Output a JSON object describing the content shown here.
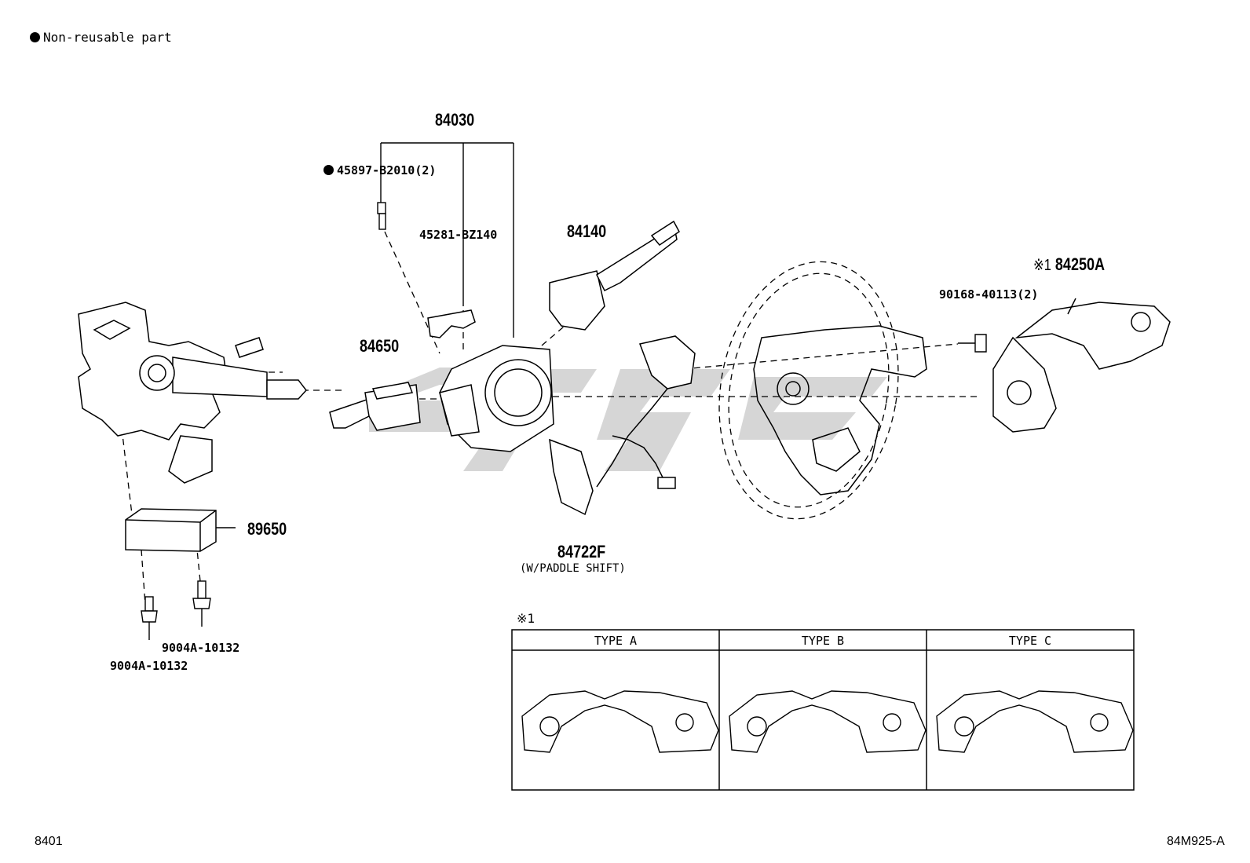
{
  "legend": {
    "symbol": "●",
    "text": "Non-reusable part"
  },
  "parts": {
    "p84030": "84030",
    "p45897": "45897-B2010(2)",
    "p45281": "45281-BZ140",
    "p84140": "84140",
    "p84650": "84650",
    "p84250a_mark": "※1",
    "p84250a": "84250A",
    "p90168": "90168-40113(2)",
    "p89650": "89650",
    "p84722f": "84722F",
    "p84722f_note": "(W/PADDLE SHIFT)",
    "p9004a_1": "9004A-10132",
    "p9004a_2": "9004A-10132"
  },
  "type_table": {
    "mark": "※1",
    "headers": [
      "TYPE A",
      "TYPE B",
      "TYPE C"
    ]
  },
  "footer": {
    "left": "8401",
    "right": "84M925-A"
  },
  "colors": {
    "line": "#000000",
    "watermark": "#c8c8c8"
  }
}
